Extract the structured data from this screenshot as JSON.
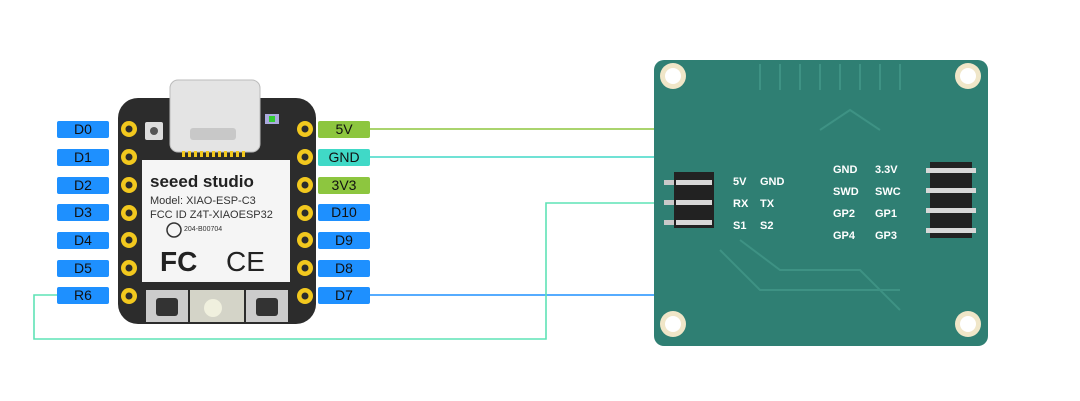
{
  "xiao": {
    "brand": "seeed studio",
    "model": "Model: XIAO-ESP-C3",
    "fcc": "FCC ID Z4T-XIAOESP32",
    "cert": "204-B00704",
    "fc_mark": "FC",
    "ce_mark": "CE",
    "left_pins": [
      "D0",
      "D1",
      "D2",
      "D3",
      "D4",
      "D5",
      "R6"
    ],
    "right_pins": [
      "5V",
      "GND",
      "3V3",
      "D10",
      "D9",
      "D8",
      "D7"
    ]
  },
  "module": {
    "left_header": [
      "5V",
      "GND",
      "RX",
      "TX",
      "S1",
      "S2"
    ],
    "right_header": [
      "GND",
      "3.3V",
      "SWD",
      "SWC",
      "GP2",
      "GP1",
      "GP4",
      "GP3"
    ]
  },
  "colors": {
    "board_body": "#2c2c2c",
    "board_face": "#f5f5f5",
    "pad_gold": "#f2c81e",
    "pcb_green": "#2f7f73",
    "wire_5v": "#8dc63f",
    "wire_gnd": "#40d9c7",
    "wire_d7": "#1e90ff",
    "wire_r6": "#5fe3b5"
  }
}
